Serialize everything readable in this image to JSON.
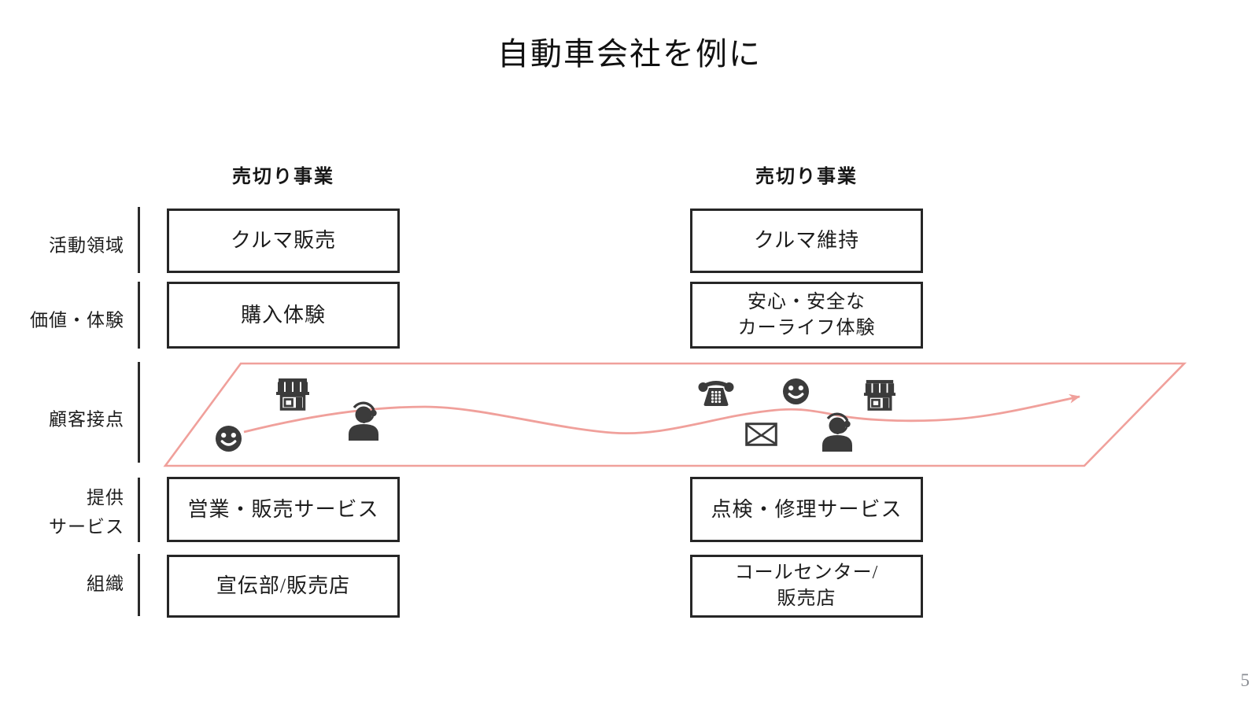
{
  "slide": {
    "title": "自動車会社を例に",
    "page_number": "5"
  },
  "headers": {
    "left": "売切り事業",
    "right": "売切り事業"
  },
  "row_labels": {
    "activity": "活動領域",
    "value": "価値・体験",
    "touchpoint": "顧客接点",
    "service_line1": "提供",
    "service_line2": "サービス",
    "organization": "組織"
  },
  "left_column": {
    "activity": "クルマ販売",
    "value": "購入体験",
    "service": "営業・販売サービス",
    "organization": "宣伝部/販売店"
  },
  "right_column": {
    "activity": "クルマ維持",
    "value_line1": "安心・安全な",
    "value_line2": "カーライフ体験",
    "service": "点検・修理サービス",
    "organization_line1": "コールセンター/",
    "organization_line2": "販売店"
  },
  "journey": {
    "band_shape": "parallelogram",
    "icons": [
      "smiley",
      "storefront",
      "headset-agent",
      "phone",
      "envelope",
      "smiley",
      "headset-agent",
      "storefront"
    ]
  },
  "colors": {
    "accent_pink": "#F0A09B",
    "icon_dark": "#3B3B3B",
    "box_border": "#262626",
    "page_number_gray": "#8B8E94"
  }
}
